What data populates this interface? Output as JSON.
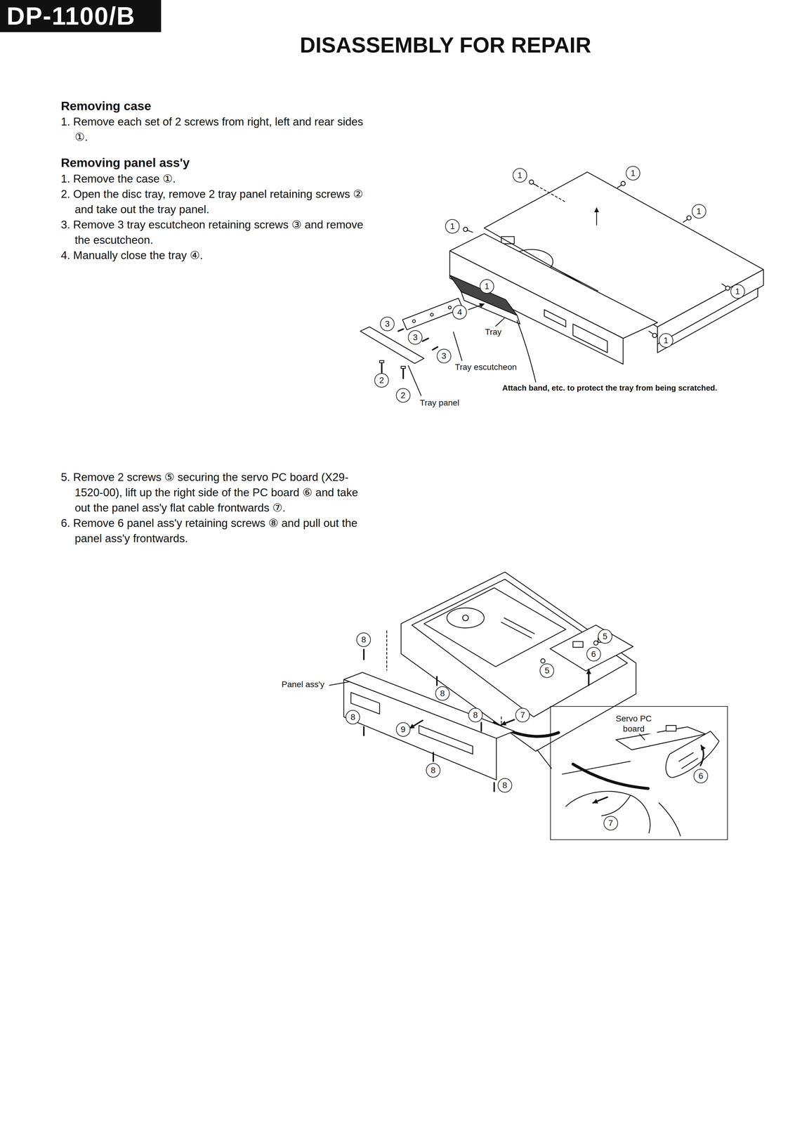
{
  "diagram": {
    "title": "DISASSEMBLY FOR REPAIR",
    "nodes": [
      {
        "text": [
          "DP-1100/B"
        ]
      },
      {
        "text": [
          "Servo PC board",
          "6",
          "7"
        ]
      }
    ],
    "labels": [
      "Removing case",
      "1. Remove each set of 2 screws from right, left and rear sides ①.",
      "Removing panel ass'y",
      "1. Remove the case ①.",
      "2. Open the disc tray, remove 2 tray panel retaining screws ② and take out the tray panel.",
      "3. Remove 3 tray escutcheon retaining screws ③ and remove the escutcheon.",
      "4. Manually close the tray ④.",
      "5. Remove 2 screws ⑤ securing the servo PC board (X29-1520-00), lift up the right side of the PC board ⑥ and take out the panel ass'y flat cable frontwards ⑦.",
      "6. Remove 6 panel ass'y retaining screws ⑧ and pull out the panel ass'y frontwards.",
      "1",
      "1",
      "1",
      "1",
      "1",
      "1",
      "1",
      "4",
      "3",
      "3",
      "3",
      "2",
      "2",
      "Tray",
      "Tray escutcheon",
      "Tray panel",
      "Attach band, etc. to protect the tray from being scratched.",
      "8",
      "8",
      "5",
      "5",
      "6",
      "8",
      "8",
      "7",
      "9",
      "8",
      "8",
      "Panel ass'y"
    ]
  }
}
